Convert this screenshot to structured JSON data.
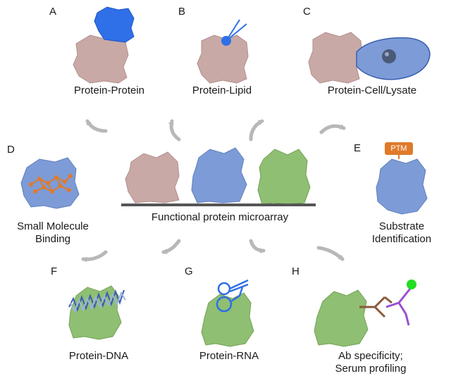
{
  "panels": [
    {
      "letter": "A",
      "caption": "Protein-Protein"
    },
    {
      "letter": "B",
      "caption": "Protein-Lipid"
    },
    {
      "letter": "C",
      "caption": "Protein-Cell/Lysate"
    },
    {
      "letter": "D",
      "caption_line1": "Small Molecule",
      "caption_line2": "Binding"
    },
    {
      "letter": "E",
      "caption_line1": "Substrate",
      "caption_line2": "Identification",
      "tag": "PTM"
    },
    {
      "letter": "F",
      "caption": "Protein-DNA"
    },
    {
      "letter": "G",
      "caption": "Protein-RNA"
    },
    {
      "letter": "H",
      "caption_line1": "Ab specificity;",
      "caption_line2": "Serum profiling"
    }
  ],
  "center": {
    "caption": "Functional protein microarray"
  },
  "colors": {
    "pink_protein": "#c9a9a6",
    "blue_protein": "#7d9bd6",
    "green_protein": "#8fbf72",
    "bright_blue": "#2f6fe8",
    "cell_fill": "#7d9bd6",
    "orange": "#e07a2a",
    "arrow_gray": "#b8b8b8",
    "green_dot": "#22dd22",
    "purple": "#9a4fd0",
    "brown": "#8a5a3a"
  }
}
